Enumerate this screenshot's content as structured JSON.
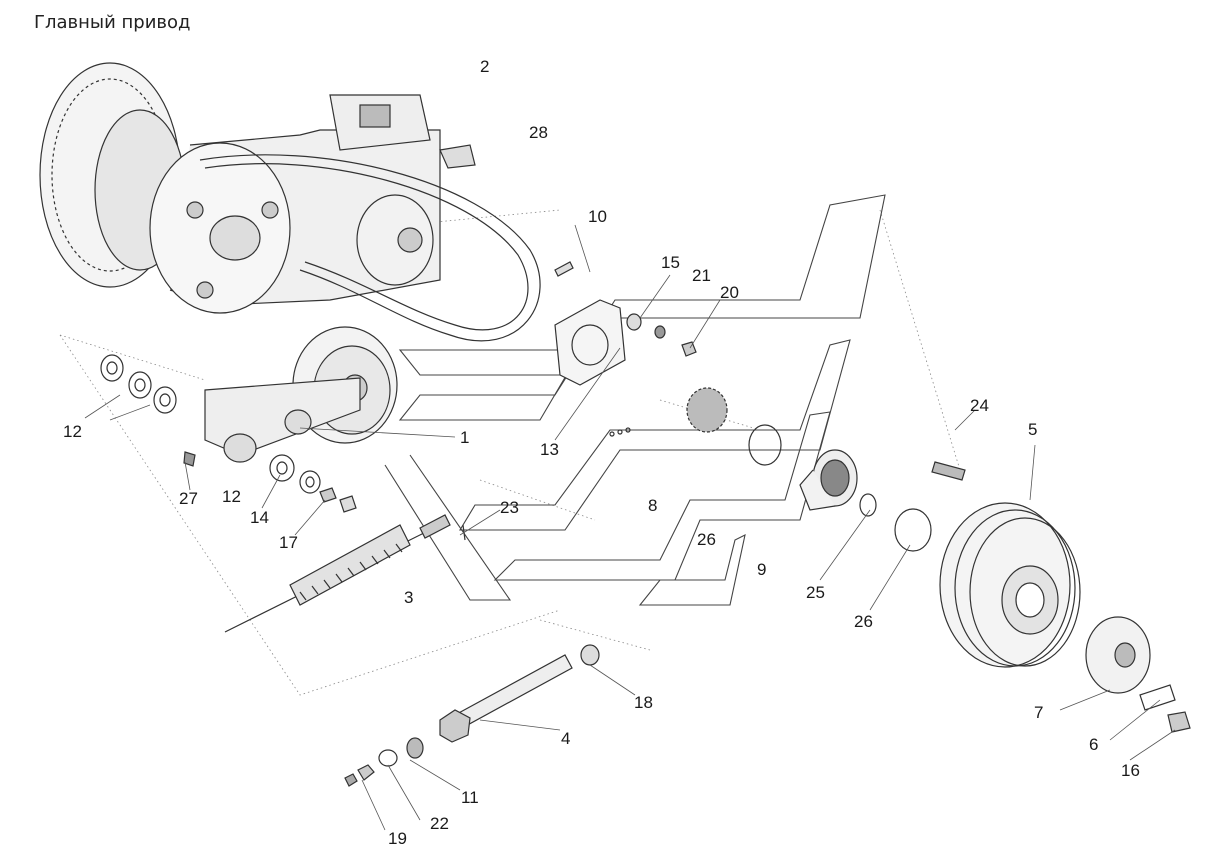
{
  "title": "Главный привод",
  "callouts": {
    "c1": "1",
    "c2": "2",
    "c3": "3",
    "c4": "4",
    "c5": "5",
    "c6": "6",
    "c7": "7",
    "c8": "8",
    "c9": "9",
    "c10": "10",
    "c11": "11",
    "c12a": "12",
    "c12b": "12",
    "c13": "13",
    "c14": "14",
    "c15": "15",
    "c16": "16",
    "c17": "17",
    "c18": "18",
    "c19": "19",
    "c20": "20",
    "c21": "21",
    "c22": "22",
    "c23": "23",
    "c24": "24",
    "c25": "25",
    "c26a": "26",
    "c26b": "26",
    "c27": "27",
    "c28": "28"
  },
  "colors": {
    "line": "#333333",
    "fill": "#f2f2f2",
    "shade": "#d9d9d9",
    "dark": "#555555"
  }
}
